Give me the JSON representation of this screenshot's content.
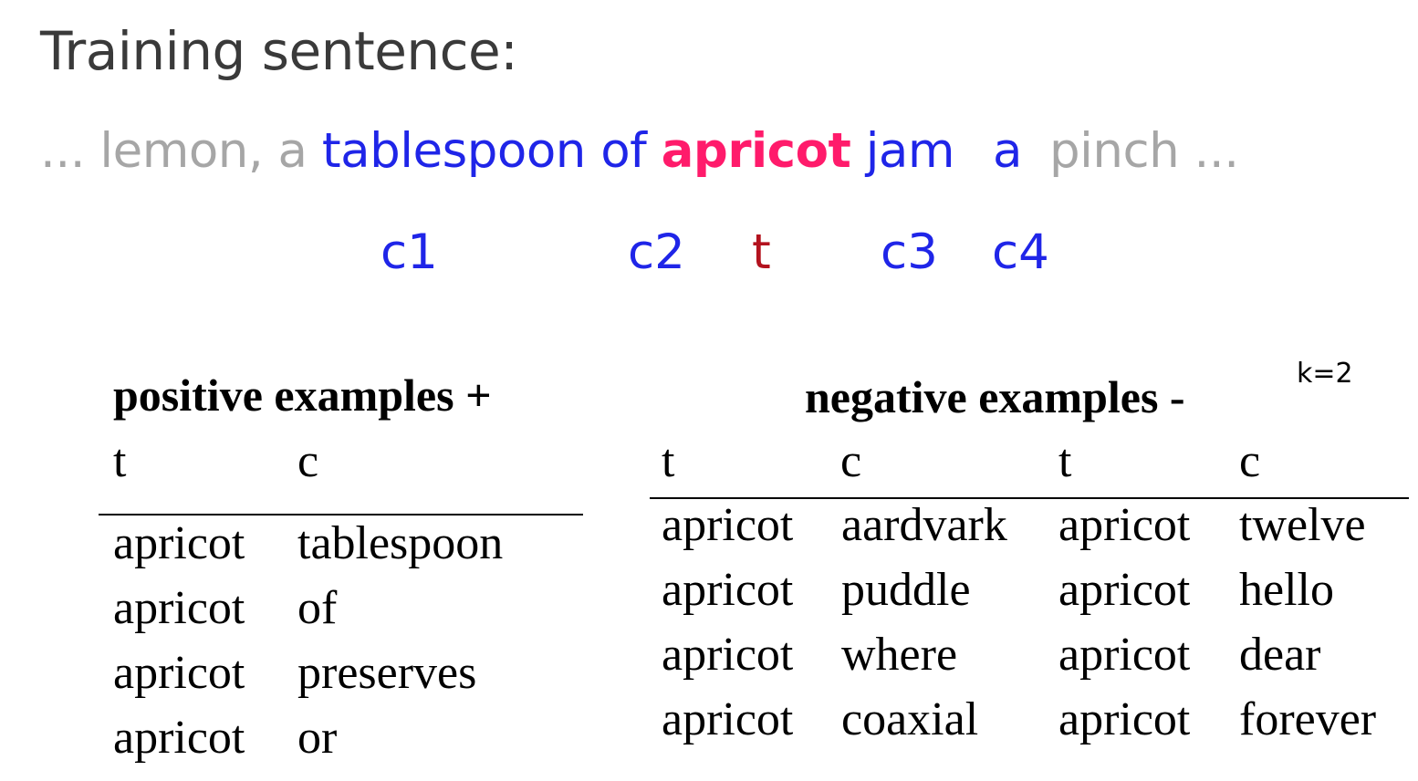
{
  "title": "Training sentence:",
  "sentence": {
    "pre": "... lemon, a",
    "c1": "tablespoon",
    "c2": "of",
    "target": "apricot",
    "c3": "jam",
    "c4": "a",
    "post": "pinch ..."
  },
  "labels": {
    "c1": "c1",
    "c2": "c2",
    "t": "t",
    "c3": "c3",
    "c4": "c4"
  },
  "colors": {
    "blue": "#1f25e8",
    "pink": "#ff1b6b",
    "darkred": "#b3121e",
    "gray": "#a6a6a6"
  },
  "positive": {
    "heading": "positive examples +",
    "col_t": "t",
    "col_c": "c",
    "rows": [
      {
        "t": "apricot",
        "c": "tablespoon"
      },
      {
        "t": "apricot",
        "c": "of"
      },
      {
        "t": "apricot",
        "c": "preserves"
      },
      {
        "t": "apricot",
        "c": "or"
      }
    ]
  },
  "negative": {
    "heading": "negative examples -",
    "k_note": "k=2",
    "col_t1": "t",
    "col_c1": "c",
    "col_t2": "t",
    "col_c2": "c",
    "rows": [
      {
        "t1": "apricot",
        "c1": "aardvark",
        "t2": "apricot",
        "c2": "twelve"
      },
      {
        "t1": "apricot",
        "c1": "puddle",
        "t2": "apricot",
        "c2": "hello"
      },
      {
        "t1": "apricot",
        "c1": "where",
        "t2": "apricot",
        "c2": "dear"
      },
      {
        "t1": "apricot",
        "c1": "coaxial",
        "t2": "apricot",
        "c2": "forever"
      }
    ]
  }
}
